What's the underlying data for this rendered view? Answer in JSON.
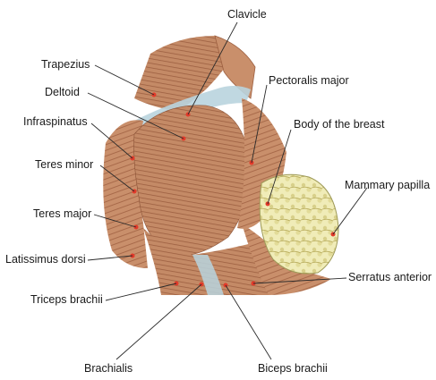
{
  "labels": {
    "clavicle": "Clavicle",
    "trapezius": "Trapezius",
    "deltoid": "Deltoid",
    "infraspinatus": "Infraspinatus",
    "teres_minor": "Teres minor",
    "teres_major": "Teres major",
    "latissimus_dorsi": "Latissimus dorsi",
    "triceps_brachii": "Triceps brachii",
    "brachialis": "Brachialis",
    "pectoralis_major": "Pectoralis major",
    "body_of_breast": "Body of the breast",
    "mammary_papilla": "Mammary papilla",
    "serratus_anterior": "Serratus anterior",
    "biceps_brachii": "Biceps brachii"
  },
  "colors": {
    "muscle": "#c98f6b",
    "muscle_dark": "#9c5f40",
    "fascia": "#b9d4de",
    "breast_tissue": "#f0ecb8",
    "marker": "#e23a2a",
    "leader_line": "#2a2a2a"
  }
}
